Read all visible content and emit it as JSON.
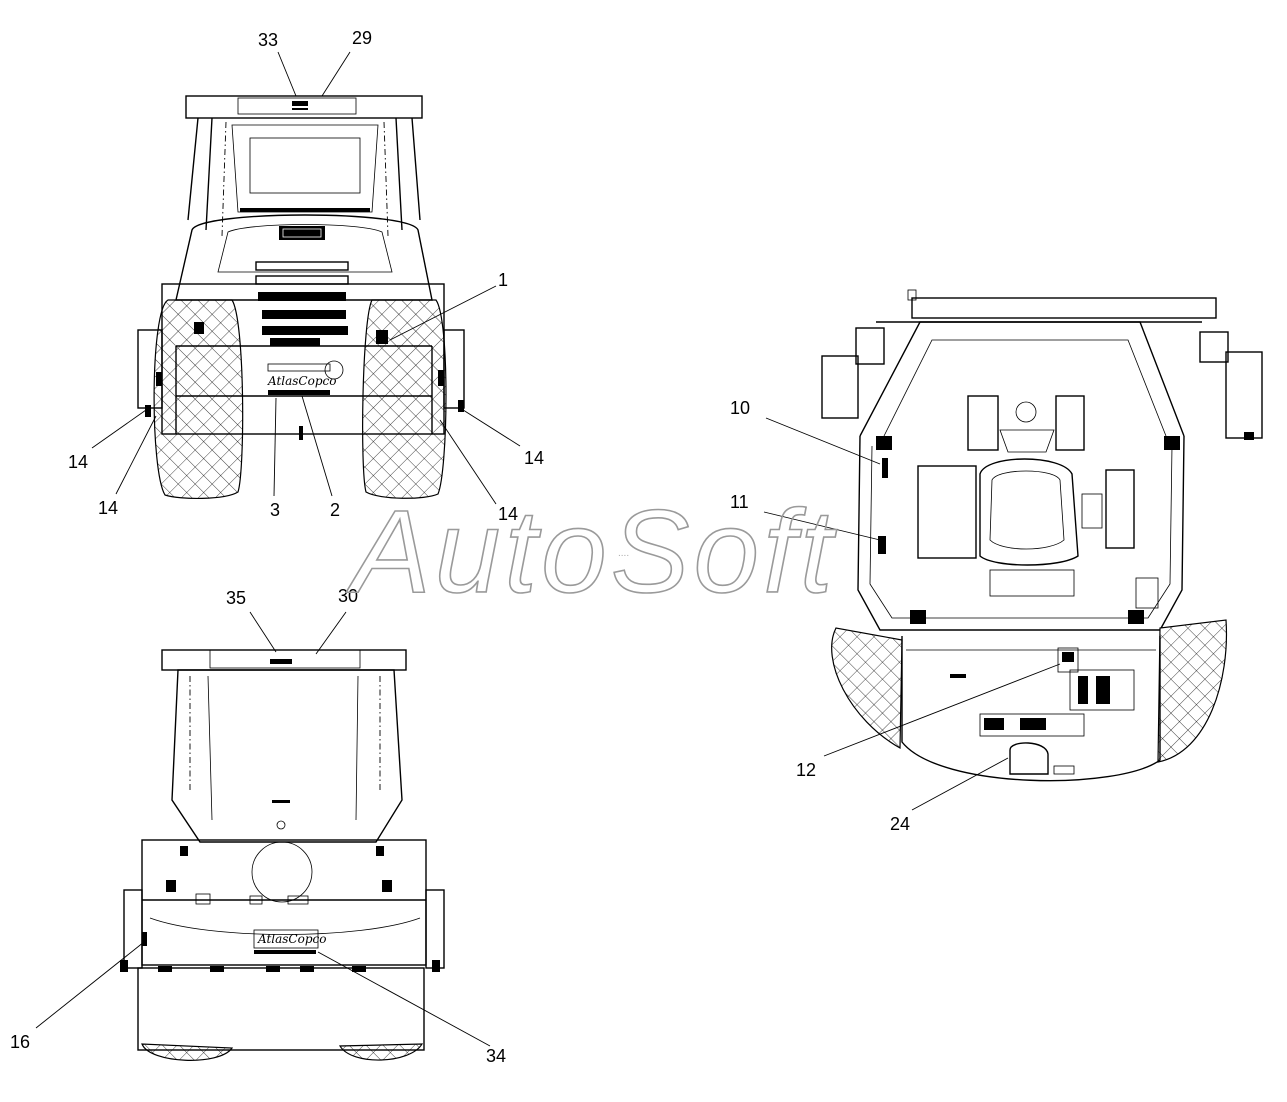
{
  "watermark": "AutoSoft",
  "decal_brand": "AtlasCopco",
  "callouts": {
    "c33": "33",
    "c29": "29",
    "c1": "1",
    "c14a": "14",
    "c14b": "14",
    "c14c": "14",
    "c14d": "14",
    "c3": "3",
    "c2": "2",
    "c35": "35",
    "c30": "30",
    "c16": "16",
    "c34": "34",
    "c10": "10",
    "c11": "11",
    "c12": "12",
    "c24": "24"
  }
}
